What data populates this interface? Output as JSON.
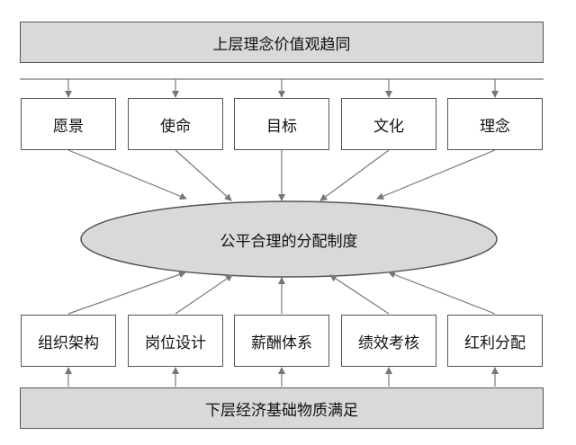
{
  "top_bar": {
    "label": "上层理念价值观趋同"
  },
  "top_boxes": [
    "愿景",
    "使命",
    "目标",
    "文化",
    "理念"
  ],
  "center": {
    "label": "公平合理的分配制度"
  },
  "bottom_boxes": [
    "组织架构",
    "岗位设计",
    "薪酬体系",
    "绩效考核",
    "红利分配"
  ],
  "bottom_bar": {
    "label": "下层经济基础物质满足"
  },
  "colors": {
    "bar_fill": "#d9d9d9",
    "ellipse_fill": "#d9d9d9",
    "stroke": "#555555",
    "arrow": "#777777"
  }
}
